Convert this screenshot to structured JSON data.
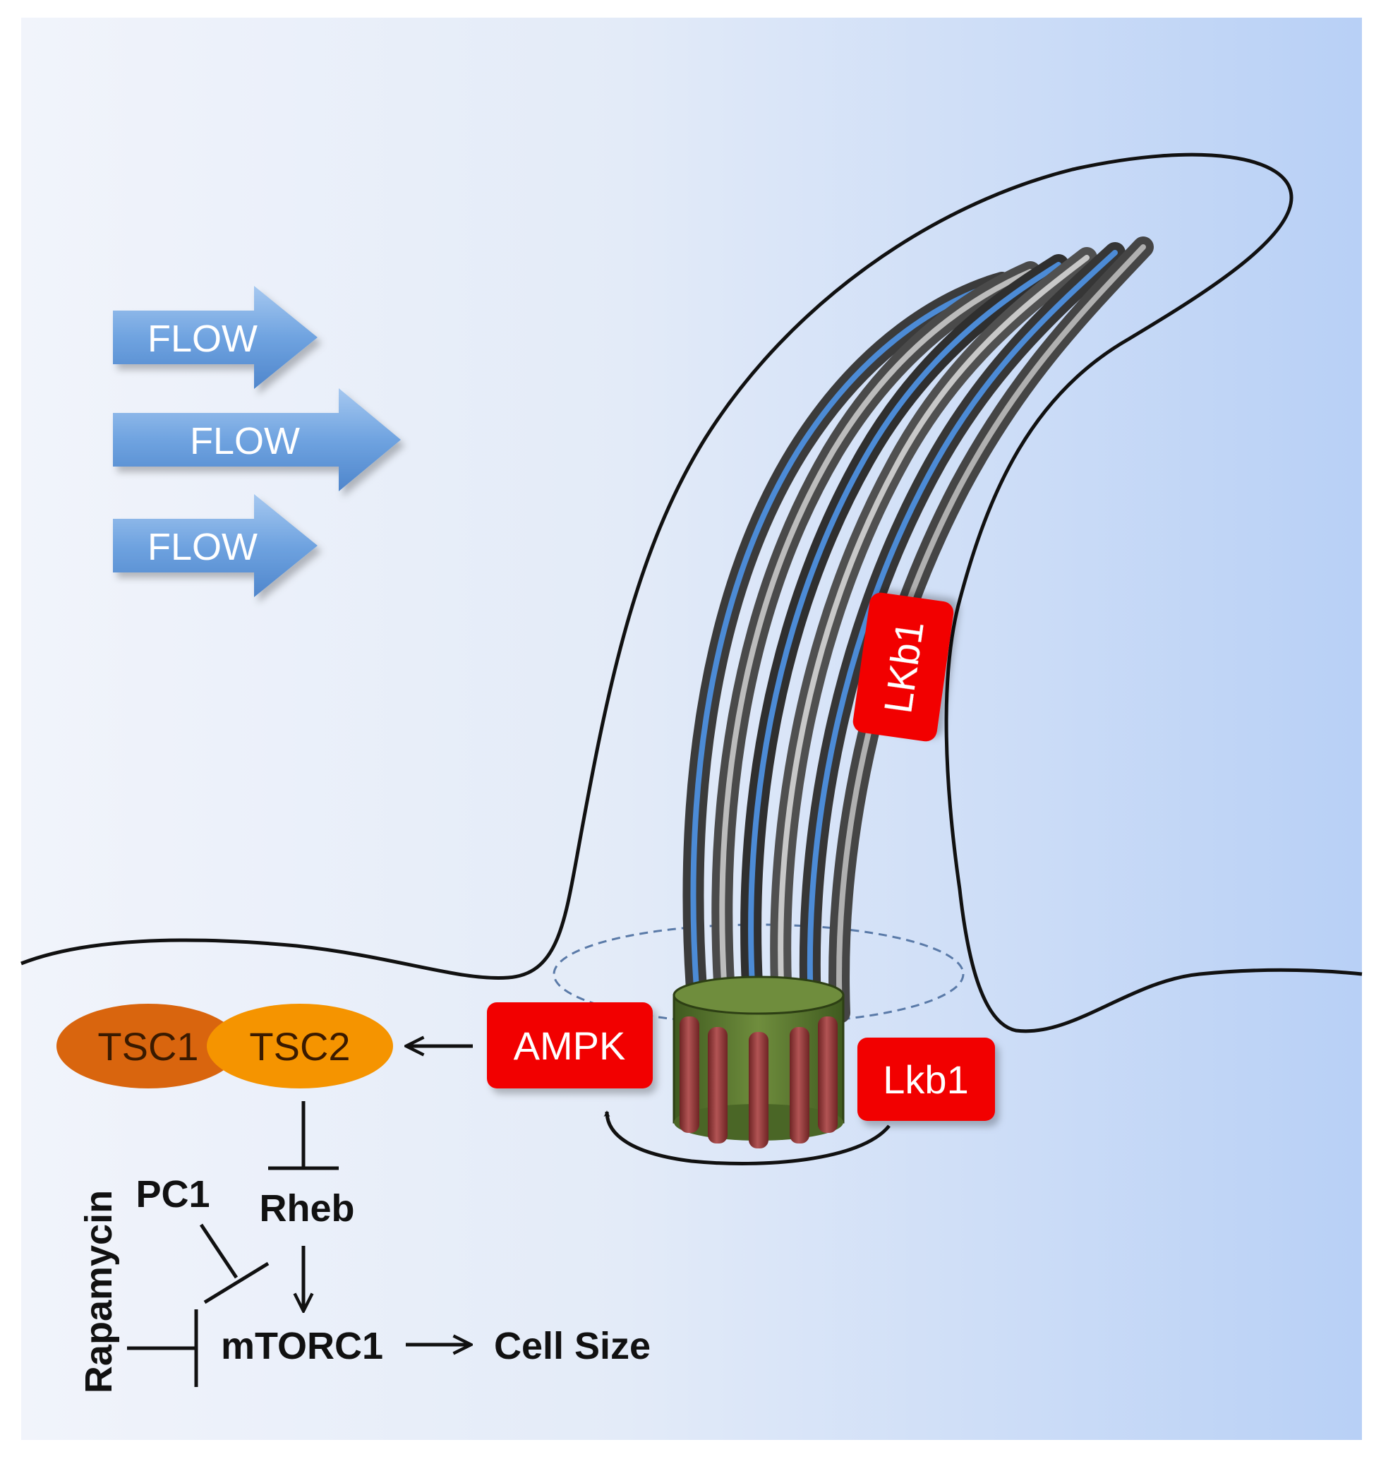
{
  "flow_arrows": [
    {
      "label": "FLOW"
    },
    {
      "label": "FLOW"
    },
    {
      "label": "FLOW"
    }
  ],
  "proteins": {
    "lkb1_cilium": "LKb1",
    "lkb1_base": "Lkb1",
    "ampk": "AMPK",
    "tsc1": "TSC1",
    "tsc2": "TSC2"
  },
  "pathway": {
    "rheb": "Rheb",
    "pc1": "PC1",
    "mtorc1": "mTORC1",
    "cell_size": "Cell Size",
    "rapamycin": "Rapamycin"
  },
  "colors": {
    "background_left": "#f1f4fb",
    "background_right": "#b8d0f6",
    "flow_arrow": "#7aaae2",
    "protein_box": "#f20000",
    "tsc1": "#d9650e",
    "tsc2": "#f59400",
    "basal_body_green": "#5d7a33",
    "basal_body_rods": "#8f3434"
  }
}
